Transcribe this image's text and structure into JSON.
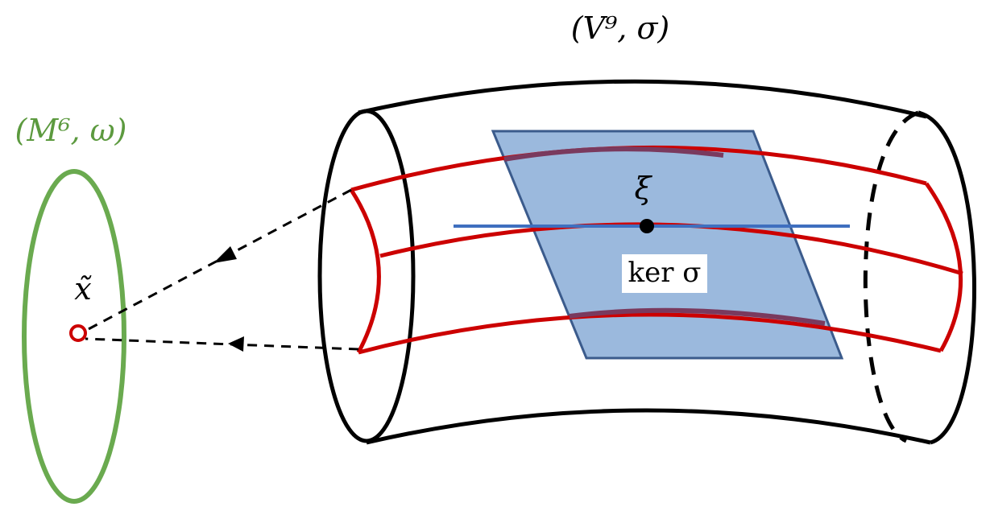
{
  "labels": {
    "total_space": "(V⁹, σ)",
    "base_space": "(M⁶, ω)",
    "base_point": "x̃",
    "reeb_vector": "ξ",
    "kernel": "ker σ"
  },
  "colors": {
    "base_manifold": "#6aaa4f",
    "base_label": "#5c9a3f",
    "leaves": "#cc0000",
    "plane_fill": "#9bb9dd",
    "plane_edge": "#3b5b8c",
    "reeb_line": "#3f6fbf",
    "outline": "#000000"
  }
}
